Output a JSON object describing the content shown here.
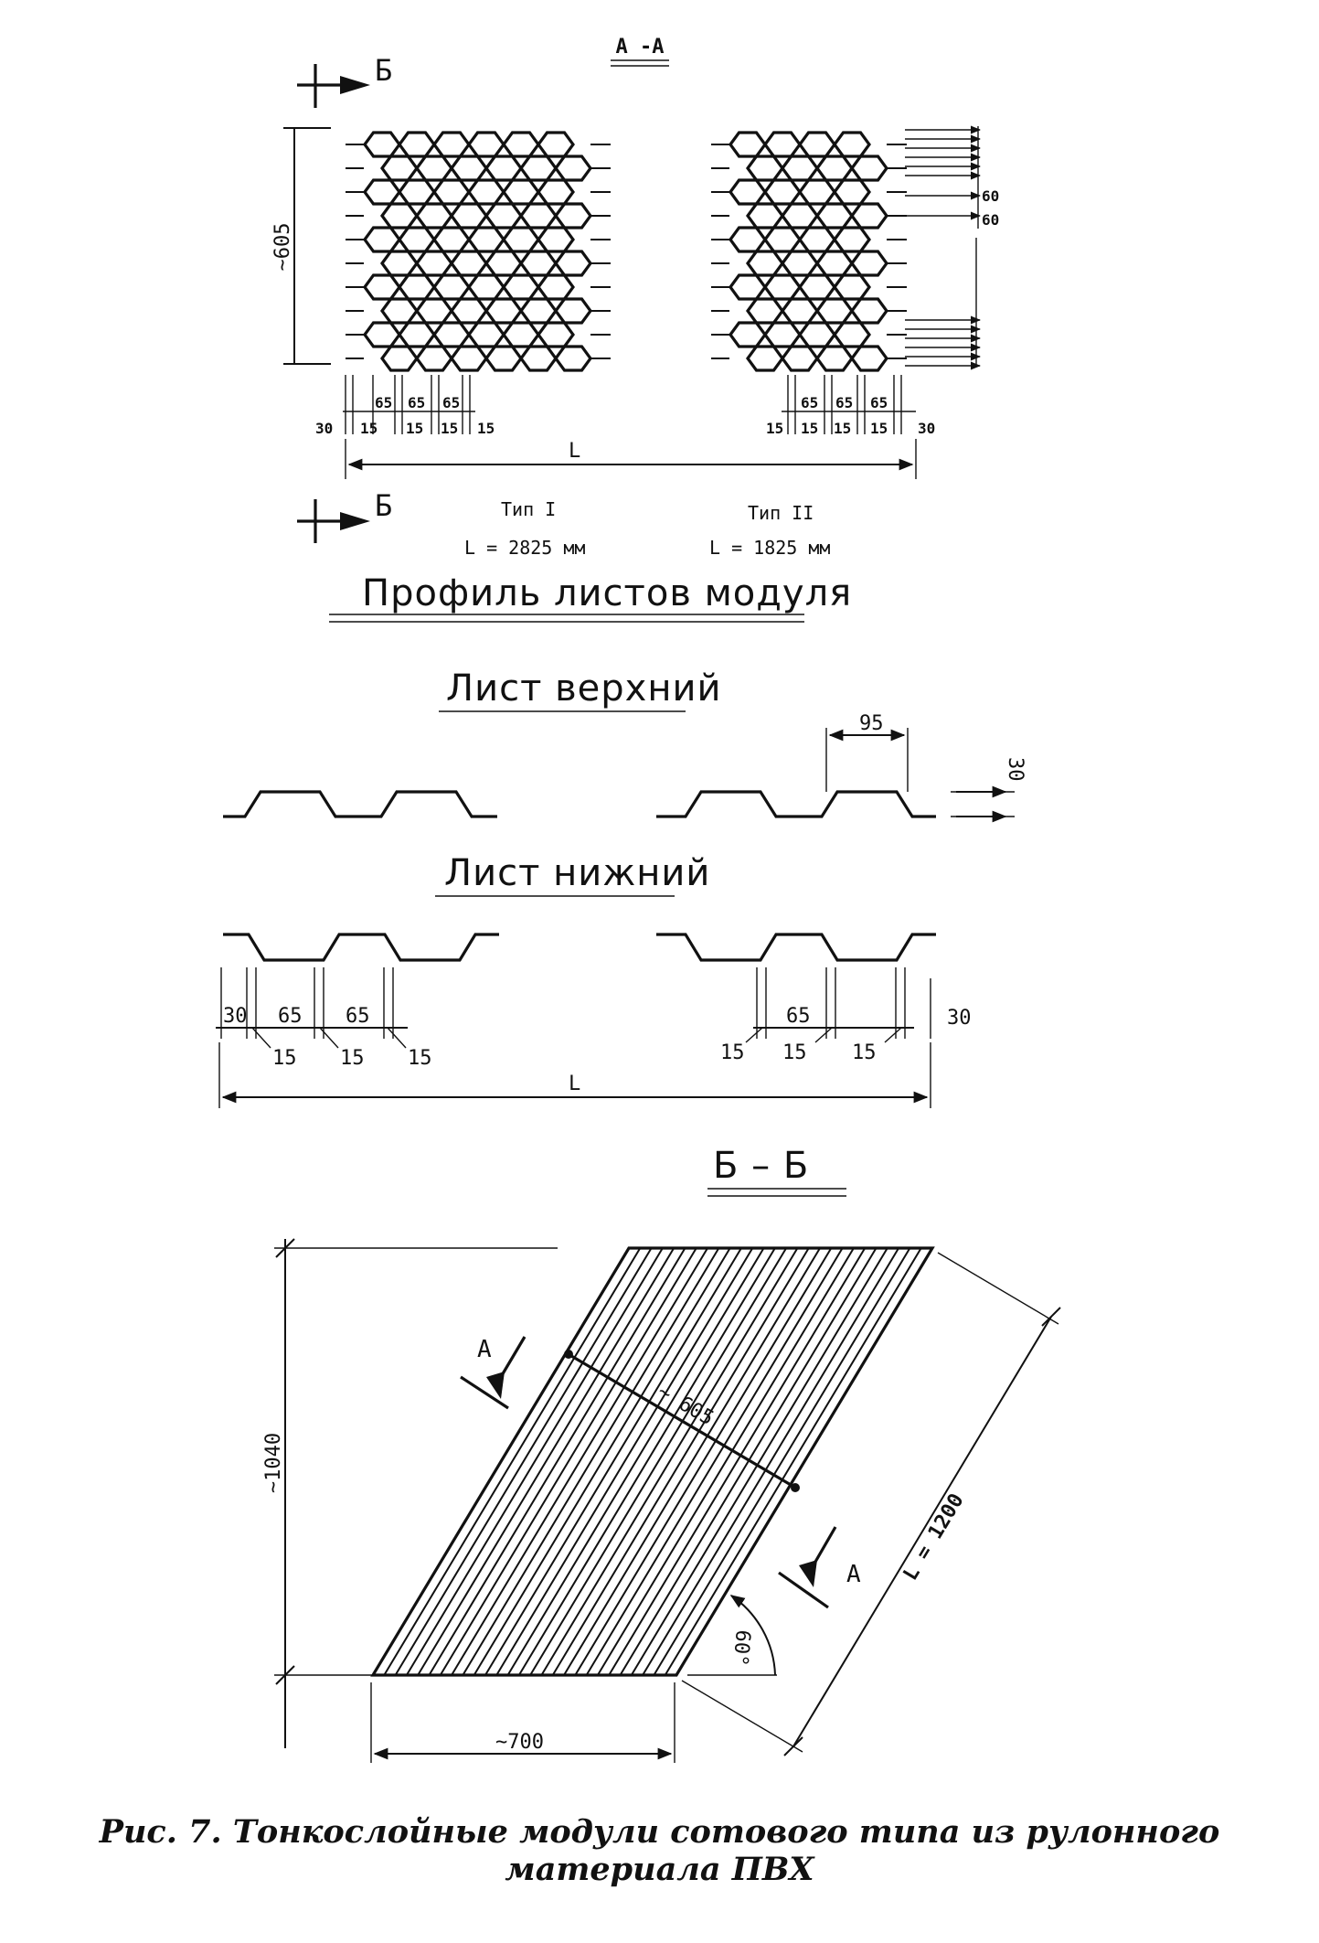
{
  "section_aa": "А -А",
  "section_bb_marker": "Б",
  "type1": {
    "title": "Тип I",
    "length": "L = 2825 мм"
  },
  "type2": {
    "title": "Тип II",
    "length": "L = 1825 мм"
  },
  "dim_height_605": "~605",
  "dim_L": "L",
  "dim_65": "65",
  "dim_15": "15",
  "dim_30": "30",
  "dim_60": "60",
  "dim_95": "95",
  "profile_title": "Профиль листов модуля",
  "sheet_top": "Лист верхний",
  "sheet_bottom": "Лист нижний",
  "section_b_title": "Б – Б",
  "marker_a": "А",
  "dim_1040": "~1040",
  "dim_700": "~700",
  "dim_605_diag": "~ 605",
  "dim_L1200": "L = 1200",
  "angle_60": "60°",
  "caption": "Рис. 7. Тонкослойные модули сотового типа из рулонного материала ПВХ"
}
